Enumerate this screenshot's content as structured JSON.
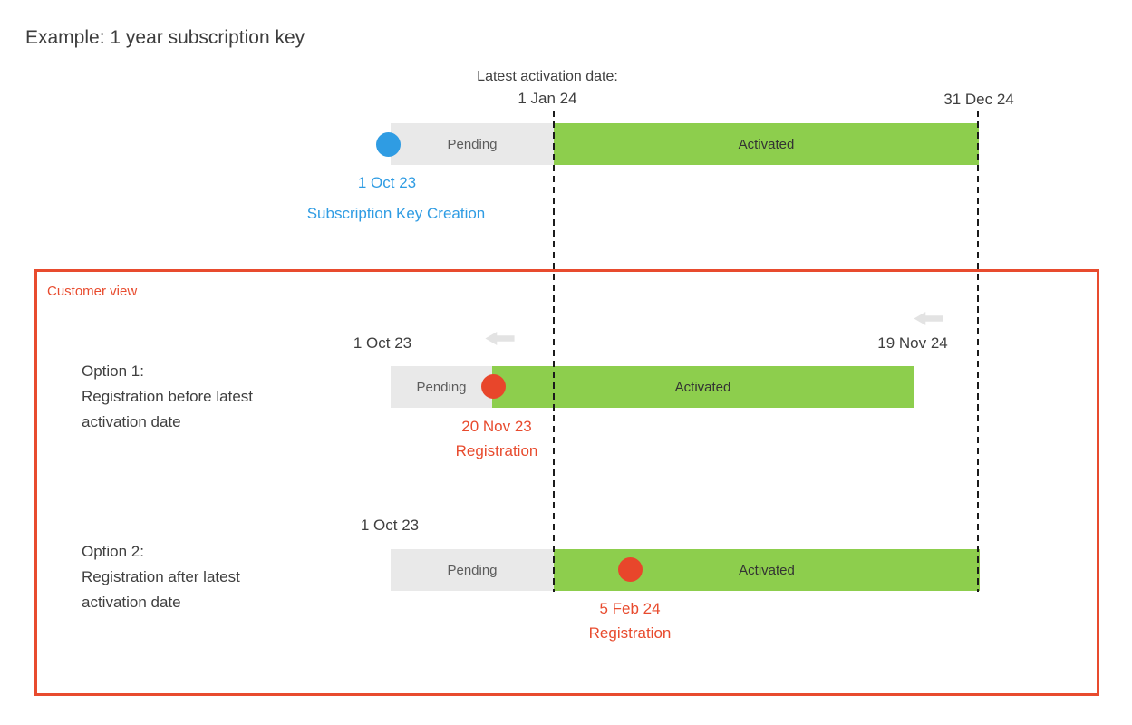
{
  "page": {
    "title": "Example: 1 year subscription key"
  },
  "header": {
    "label": "Latest activation date:",
    "activation_date": "1 Jan 24",
    "expiry_date": "31 Dec 24"
  },
  "creation": {
    "date": "1 Oct 23",
    "caption": "Subscription Key Creation",
    "bar": {
      "pending": "Pending",
      "activated": "Activated"
    }
  },
  "customer": {
    "label": "Customer view",
    "option1": {
      "line1": "Option 1:",
      "line2": "Registration before latest",
      "line3": "activation date",
      "start_date": "1 Oct 23",
      "end_date": "19 Nov 24",
      "bar": {
        "pending": "Pending",
        "activated": "Activated"
      },
      "event": {
        "date": "20 Nov 23",
        "label": "Registration"
      }
    },
    "option2": {
      "line1": "Option 2:",
      "line2": "Registration after latest",
      "line3": "activation date",
      "start_date": "1 Oct 23",
      "bar": {
        "pending": "Pending",
        "activated": "Activated"
      },
      "event": {
        "date": "5 Feb 24",
        "label": "Registration"
      }
    }
  },
  "colors": {
    "accent_blue": "#2f9ce3",
    "accent_red": "#e84b2e",
    "bar_green": "#8dce4d",
    "bar_gray": "#e9e9e9",
    "text_dark": "#3f3f3f",
    "arrow_gray": "#e3e3e3",
    "dash_black": "#1b1b1b"
  }
}
